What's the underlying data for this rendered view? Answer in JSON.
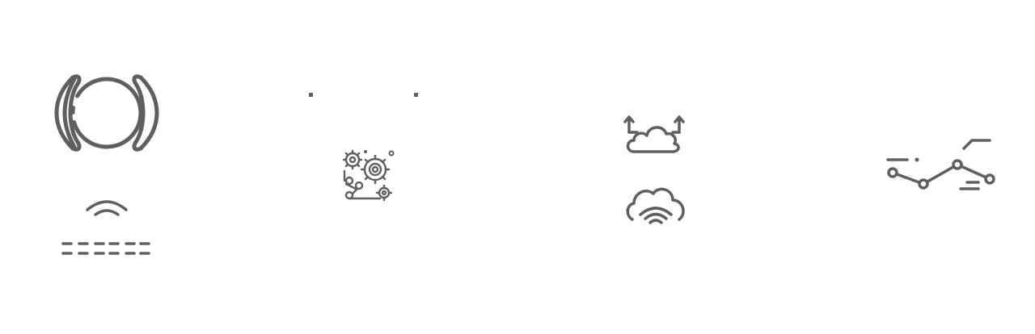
{
  "page": {
    "background": "#ffffff",
    "icon_color": "#5f5f5f"
  },
  "features": [
    {
      "id": "brake-warning",
      "icons": [
        "brake-warning-icon",
        "wireless-keyboard-icon"
      ]
    },
    {
      "id": "gears",
      "icons": [
        "gear-machinery-icon"
      ]
    },
    {
      "id": "cloud",
      "icons": [
        "cloud-upload-icon",
        "cloud-wifi-icon"
      ]
    },
    {
      "id": "analytics",
      "icons": [
        "line-chart-icon"
      ]
    }
  ]
}
